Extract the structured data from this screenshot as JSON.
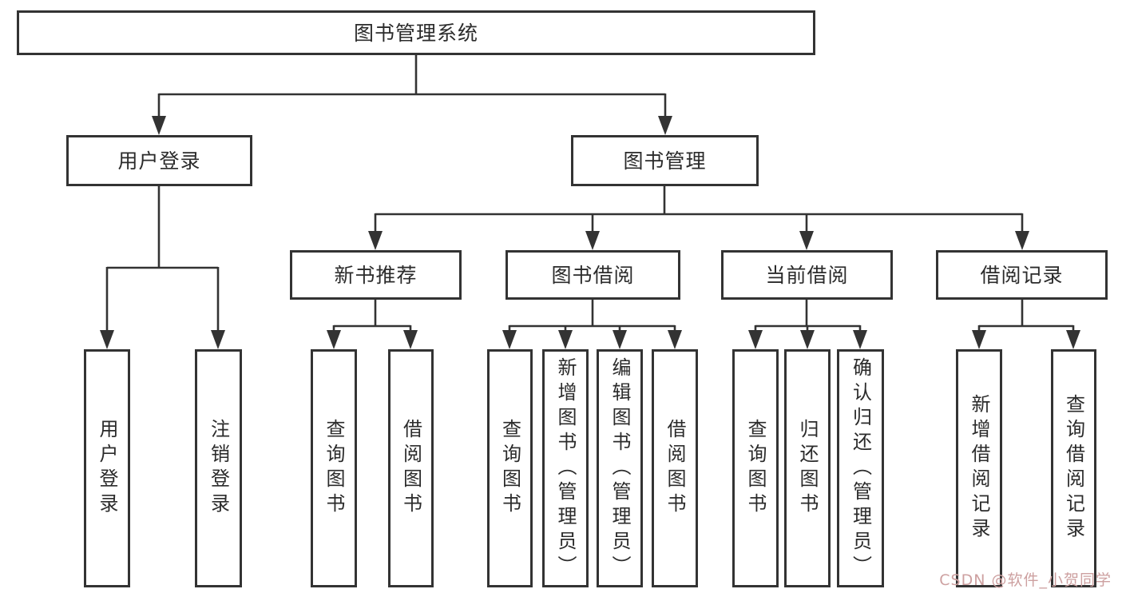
{
  "diagram": {
    "title": "图书管理系统",
    "nodes": {
      "user_login": "用户登录",
      "book_management": "图书管理",
      "new_book_recommend": "新书推荐",
      "book_borrow": "图书借阅",
      "current_borrow": "当前借阅",
      "borrow_records": "借阅记录",
      "leaf_user_login": "用户登录",
      "leaf_logout": "注销登录",
      "leaf_nb_query_books": "查询图书",
      "leaf_nb_borrow_books": "借阅图书",
      "leaf_bb_query_books": "查询图书",
      "leaf_bb_add_books": "新增图书（管理员）",
      "leaf_bb_edit_books": "编辑图书（管理员）",
      "leaf_bb_borrow_books": "借阅图书",
      "leaf_cb_query_books": "查询图书",
      "leaf_cb_return_books": "归还图书",
      "leaf_cb_confirm_return": "确认归还（管理员）",
      "leaf_br_add_record": "新增借阅记录",
      "leaf_br_query_record": "查询借阅记录"
    },
    "watermark": "CSDN @软件_小贺同学",
    "colors": {
      "line": "#333333",
      "text": "#2b2b2b",
      "watermark": "#cda0a0",
      "background": "#ffffff"
    }
  }
}
